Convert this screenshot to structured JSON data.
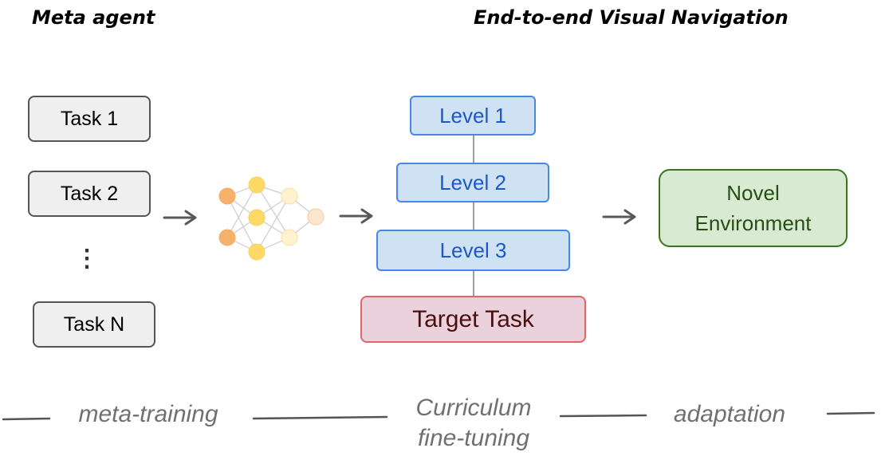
{
  "headings": {
    "meta_agent": "Meta agent",
    "navigation": "End-to-end Visual Navigation"
  },
  "tasks": [
    "Task 1",
    "Task 2",
    "Task N"
  ],
  "ellipsis": "⋮",
  "levels": [
    "Level 1",
    "Level 2",
    "Level 3"
  ],
  "target_task": "Target Task",
  "novel_environment": {
    "line1": "Novel",
    "line2": "Environment"
  },
  "phases": {
    "meta_training": "meta-training",
    "curriculum_line1": "Curriculum",
    "curriculum_line2": "fine-tuning",
    "adaptation": "adaptation"
  },
  "icons": {
    "arrow": "arrow-right-icon",
    "network": "neural-network-icon"
  },
  "colors": {
    "task_fill": "#efefef",
    "task_border": "#555555",
    "level_fill": "#cfe2f3",
    "level_border": "#4a86e8",
    "level_text": "#1c58c7",
    "target_fill": "#ead1dc",
    "target_border": "#e06666",
    "novel_fill": "#d9ead3",
    "novel_border": "#38761d",
    "phase_text": "#707070",
    "node_orange": "#f6b26b",
    "node_yellow": "#ffd966",
    "node_pale_yellow": "#fff2cc",
    "node_peach": "#fce5cd"
  }
}
